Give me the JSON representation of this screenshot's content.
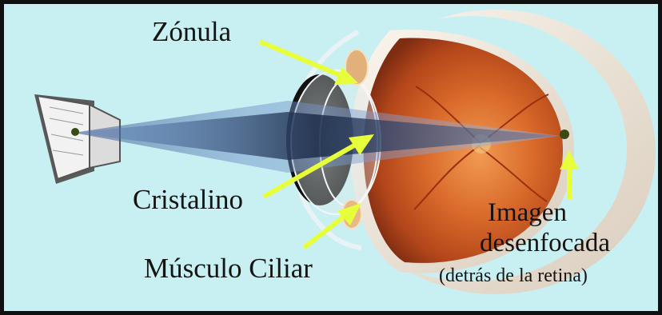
{
  "labels": {
    "zonula": "Zónula",
    "cristalino": "Cristalino",
    "musculo_ciliar": "Músculo Ciliar",
    "imagen": "Imagen",
    "desenfocada": "desenfocada",
    "detras": "(detrás de la retina)"
  },
  "colors": {
    "background": "#c8f0f2",
    "arrow": "#e6ff3a",
    "light_cone": "#3c5f9a",
    "eye_interior": "#c9561e",
    "focus_point": "#3b4a12",
    "frame": "#101010"
  },
  "icons": [
    "book-icon",
    "eye-cross-section",
    "focus-point-icon"
  ]
}
